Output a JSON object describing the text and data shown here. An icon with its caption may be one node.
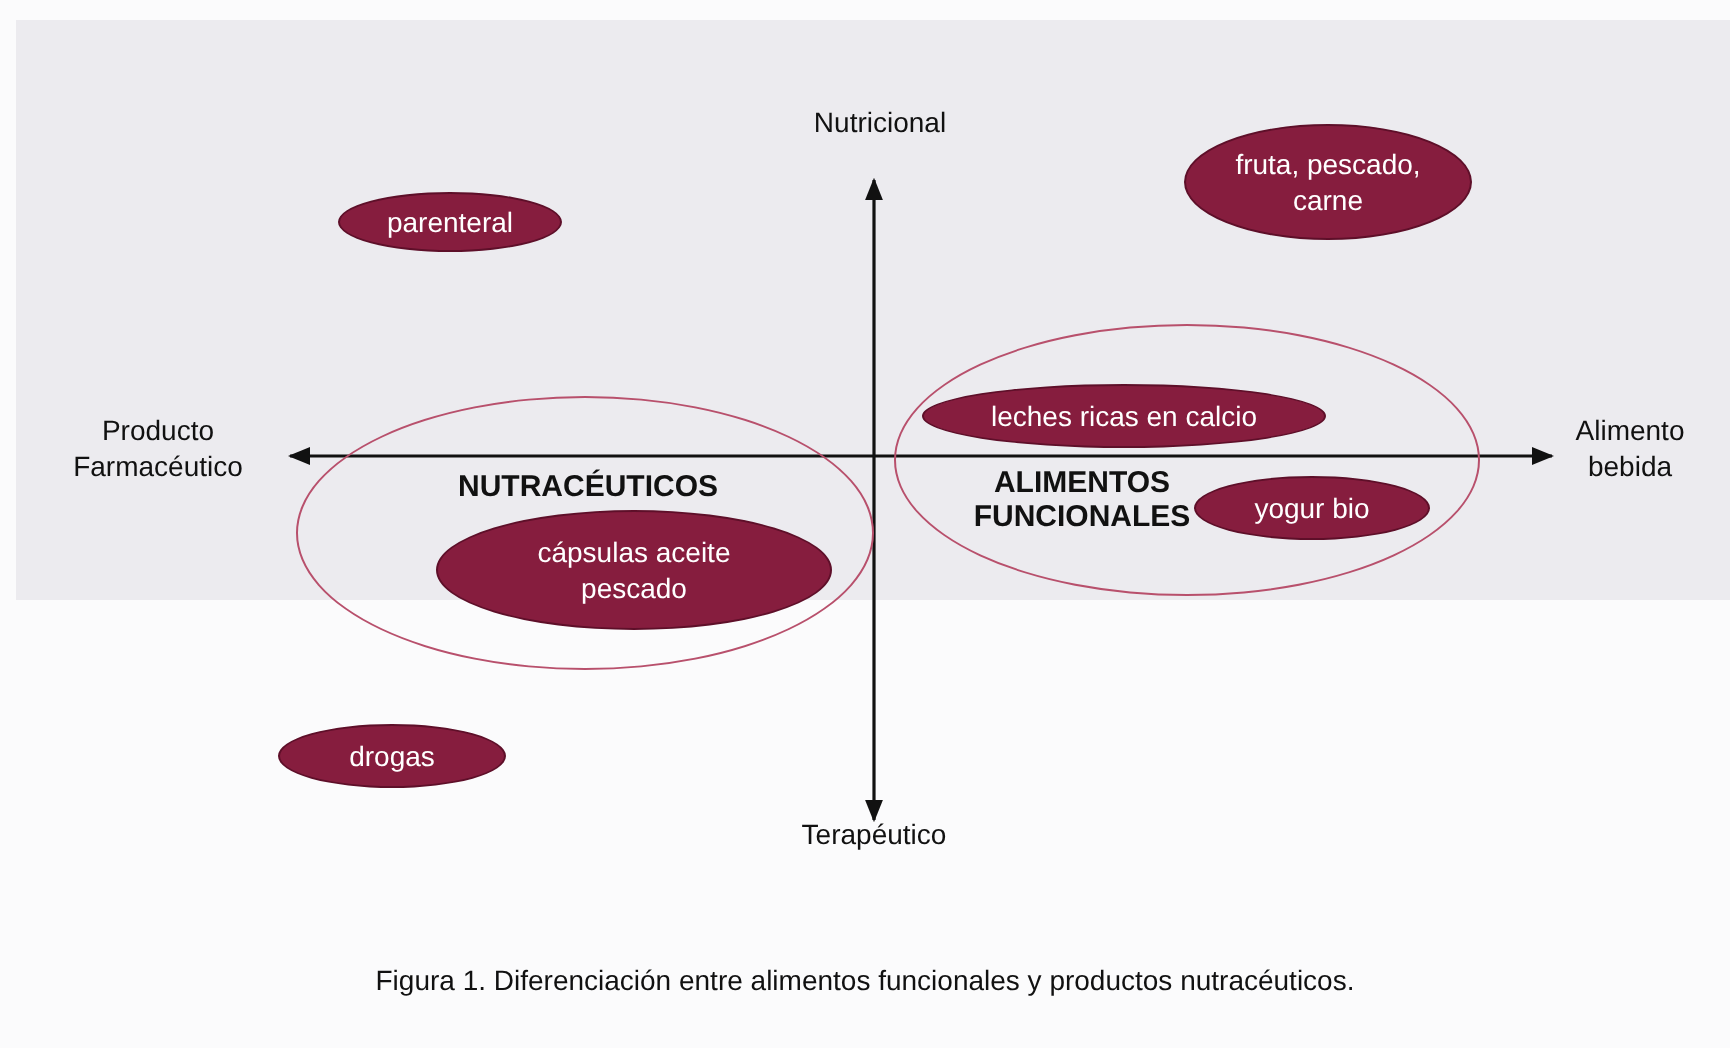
{
  "diagram": {
    "caption": "Figura 1. Diferenciación entre alimentos funcionales y productos nutracéuticos.",
    "nodes": [
      {
        "text": [
          "parenteral"
        ]
      },
      {
        "text": [
          "fruta, pescado, carne"
        ]
      },
      {
        "text": [
          "NUTRACÉUTICOS"
        ]
      },
      {
        "text": [
          "cápsulas aceite pescado"
        ],
        "in": 2
      },
      {
        "text": [
          "ALIMENTOS FUNCIONALES"
        ]
      },
      {
        "text": [
          "leches ricas en calcio"
        ],
        "in": 4
      },
      {
        "text": [
          "yogur bio"
        ],
        "in": 4
      },
      {
        "text": [
          "drogas"
        ]
      }
    ],
    "edges": [],
    "labels": [
      "Nutricional",
      "Producto Farmacéutico",
      "Alimento bebida",
      "Terapéutico"
    ]
  }
}
